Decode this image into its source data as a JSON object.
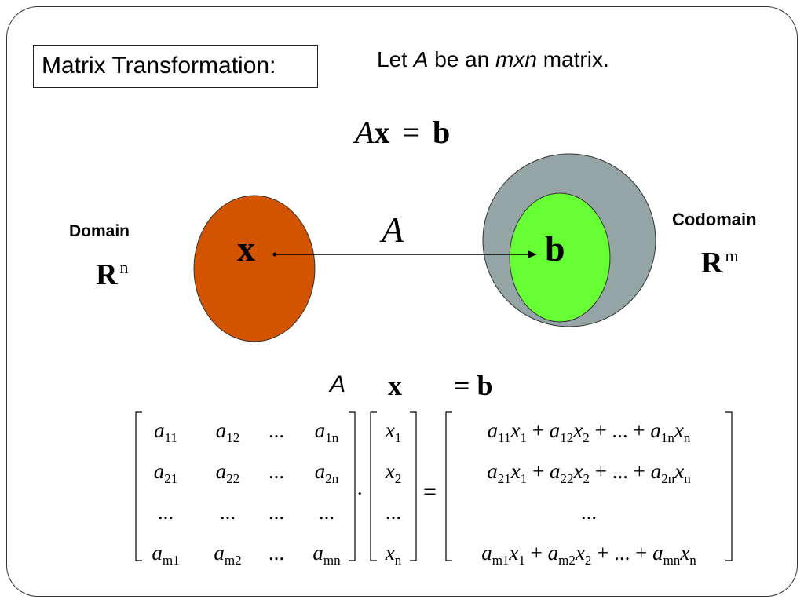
{
  "title": "Matrix Transformation:",
  "intro": {
    "let": "Let",
    "matrix_symbol": "A",
    "be_an": "be an",
    "dims": "mxn",
    "tail": "matrix."
  },
  "equation": {
    "A": "A",
    "x": "x",
    "eq": "=",
    "b": "b"
  },
  "domain": {
    "label": "Domain",
    "space": "R",
    "exp": "n",
    "vector": "x"
  },
  "codomain": {
    "label": "Codomain",
    "space": "R",
    "exp": "m",
    "vector": "b"
  },
  "mapping_label": "A",
  "colors": {
    "domain_fill": "#d35400",
    "codomain_fill": "#95a5a6",
    "image_fill": "#66ff33"
  },
  "matrix_header": {
    "A": "A",
    "x": "x",
    "eq_b": "= b"
  },
  "matrix_A": {
    "rows": [
      [
        {
          "b": "a",
          "s": "11"
        },
        {
          "b": "a",
          "s": "12"
        },
        {
          "t": "..."
        },
        {
          "b": "a",
          "s": "1n"
        }
      ],
      [
        {
          "b": "a",
          "s": "21"
        },
        {
          "b": "a",
          "s": "22"
        },
        {
          "t": "..."
        },
        {
          "b": "a",
          "s": "2n"
        }
      ],
      [
        {
          "t": "..."
        },
        {
          "t": "..."
        },
        {
          "t": "..."
        },
        {
          "t": "..."
        }
      ],
      [
        {
          "b": "a",
          "s": "m1"
        },
        {
          "b": "a",
          "s": "m2"
        },
        {
          "t": "..."
        },
        {
          "b": "a",
          "s": "mn"
        }
      ]
    ]
  },
  "dot": ".",
  "vector_x": [
    {
      "b": "x",
      "s": "1"
    },
    {
      "b": "x",
      "s": "2"
    },
    {
      "t": "..."
    },
    {
      "b": "x",
      "s": "n"
    }
  ],
  "equals": "=",
  "result": [
    [
      {
        "b": "a",
        "s": "11"
      },
      {
        "b": "x",
        "s": "1"
      },
      {
        "op": "+"
      },
      {
        "b": "a",
        "s": "12"
      },
      {
        "b": "x",
        "s": "2"
      },
      {
        "op": "+"
      },
      {
        "t": "..."
      },
      {
        "op": "+"
      },
      {
        "b": "a",
        "s": "1n"
      },
      {
        "b": "x",
        "s": "n"
      }
    ],
    [
      {
        "b": "a",
        "s": "21"
      },
      {
        "b": "x",
        "s": "1"
      },
      {
        "op": "+"
      },
      {
        "b": "a",
        "s": "22"
      },
      {
        "b": "x",
        "s": "2"
      },
      {
        "op": "+"
      },
      {
        "t": "..."
      },
      {
        "op": "+"
      },
      {
        "b": "a",
        "s": "2n"
      },
      {
        "b": "x",
        "s": "n"
      }
    ],
    [
      {
        "t": "..."
      }
    ],
    [
      {
        "b": "a",
        "s": "m1"
      },
      {
        "b": "x",
        "s": "1"
      },
      {
        "op": "+"
      },
      {
        "b": "a",
        "s": "m2"
      },
      {
        "b": "x",
        "s": "2"
      },
      {
        "op": "+"
      },
      {
        "t": "..."
      },
      {
        "op": "+"
      },
      {
        "b": "a",
        "s": "mn"
      },
      {
        "b": "x",
        "s": "n"
      }
    ]
  ]
}
